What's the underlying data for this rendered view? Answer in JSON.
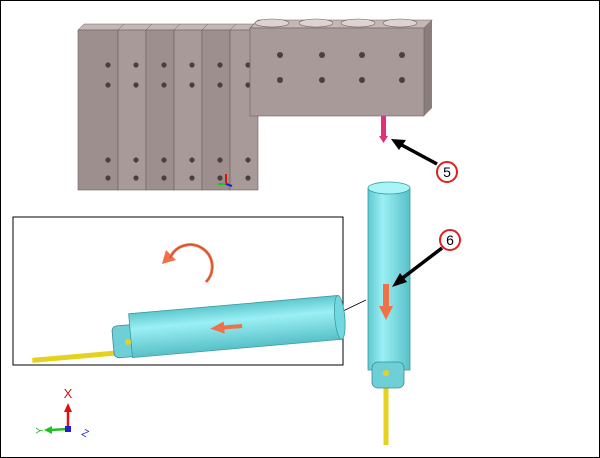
{
  "callouts": [
    {
      "label": "5"
    },
    {
      "label": "6"
    }
  ],
  "axes": {
    "x_label": "X",
    "y_label": "Y",
    "z_label": "Z"
  },
  "colors": {
    "block": "#a89a98",
    "block_dark": "#8a7e7c",
    "pin": "#e0307a",
    "cylinder": "#7fe0e6",
    "rod": "#e6d21e",
    "force_arrow": "#f07048",
    "callout_ring": "#e02020",
    "axis_x": "#e01010",
    "axis_y": "#20c020",
    "axis_z": "#2020d0"
  }
}
